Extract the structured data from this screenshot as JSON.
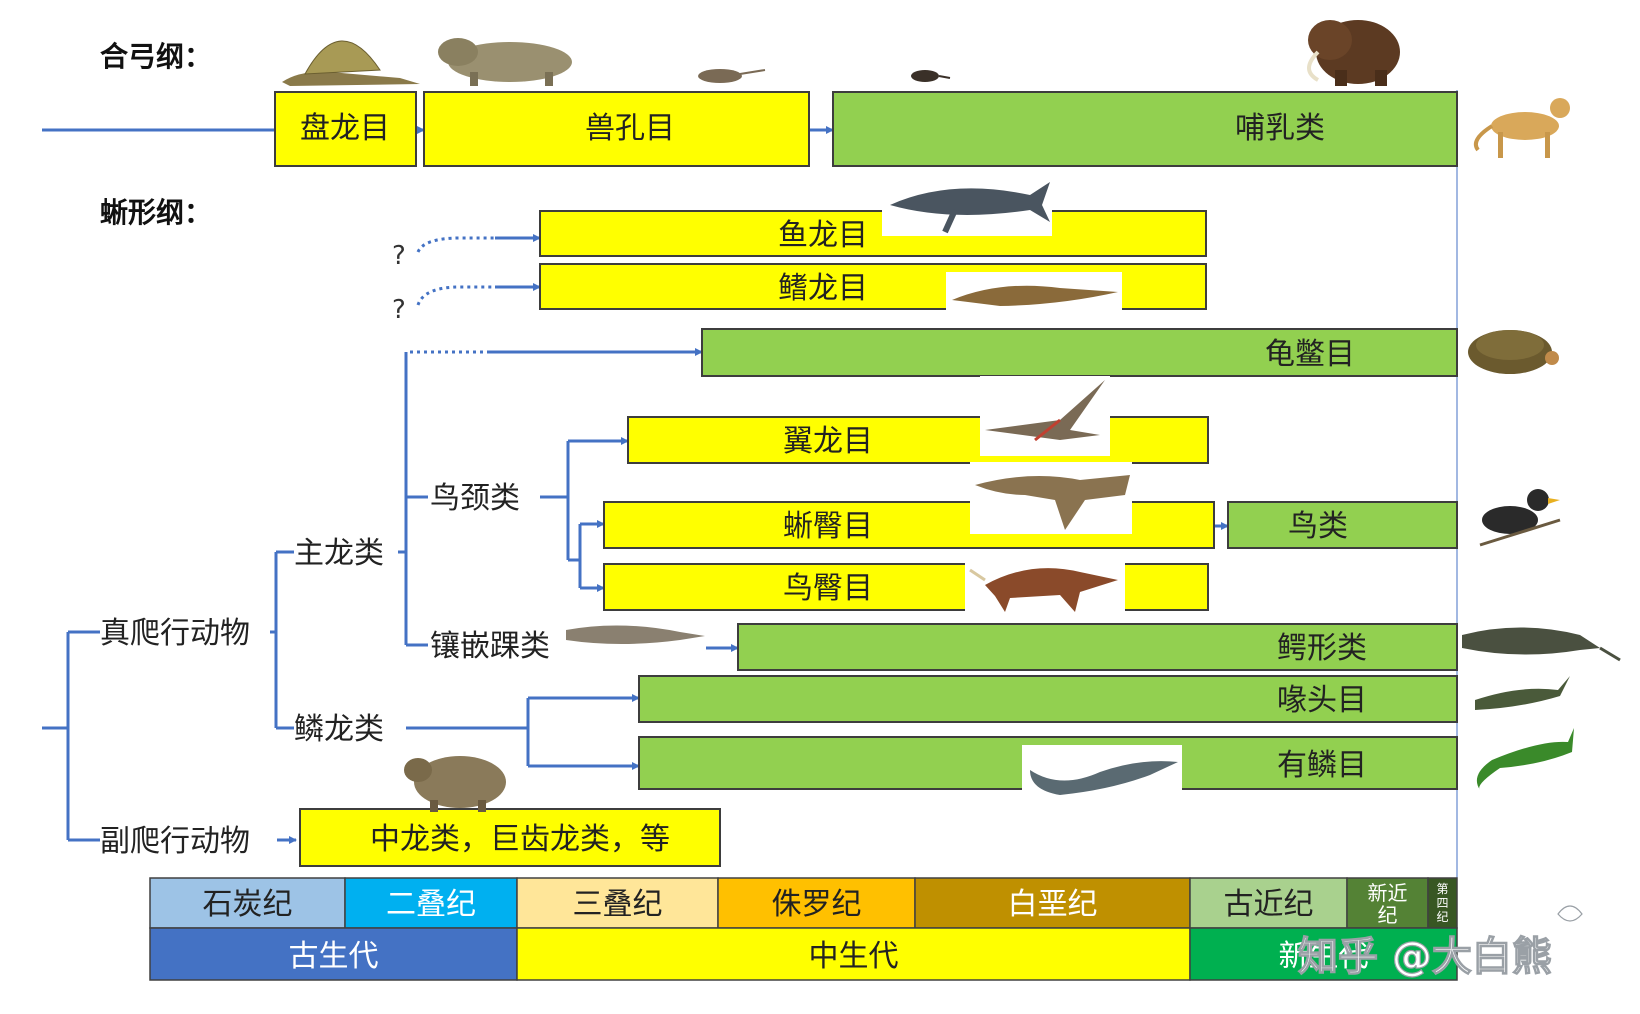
{
  "headers": {
    "synapsida": "合弓纲：",
    "sauropsida": "蜥形纲："
  },
  "boxes": {
    "pelycosauria": "盘龙目",
    "therapsida": "兽孔目",
    "mammalia": "哺乳类",
    "ichthyosauria": "鱼龙目",
    "plesiosauria": "鳍龙目",
    "testudines": "龟鳖目",
    "pterosauria": "翼龙目",
    "saurischia": "蜥臀目",
    "aves": "鸟类",
    "ornithischia": "鸟臀目",
    "crocodylomorpha": "鳄形类",
    "rhynchocephalia": "喙头目",
    "squamata": "有鳞目",
    "parareptilia_groups": "中龙类，巨齿龙类，等"
  },
  "labels": {
    "question": "?",
    "ornithodira": "鸟颈类",
    "archosauria": "主龙类",
    "eureptilia": "真爬行动物",
    "pseudosuchia": "镶嵌踝类",
    "lepidosauria": "鳞龙类",
    "parareptilia": "副爬行动物"
  },
  "periods": [
    {
      "name": "石炭纪",
      "color": "#9dc3e6",
      "text": "#222222"
    },
    {
      "name": "二叠纪",
      "color": "#00b0f0",
      "text": "#ffffff"
    },
    {
      "name": "三叠纪",
      "color": "#ffe699",
      "text": "#222222"
    },
    {
      "name": "侏罗纪",
      "color": "#ffc000",
      "text": "#222222"
    },
    {
      "name": "白垩纪",
      "color": "#bf9000",
      "text": "#ffffff"
    },
    {
      "name": "古近纪",
      "color": "#a9d18e",
      "text": "#222222"
    },
    {
      "name": "新近纪",
      "color": "#548235",
      "text": "#ffffff"
    },
    {
      "name": "第四纪",
      "color": "#385723",
      "text": "#ffffff"
    }
  ],
  "eras": [
    {
      "name": "古生代",
      "color": "#4472c4",
      "text": "#ffffff"
    },
    {
      "name": "中生代",
      "color": "#ffff00",
      "text": "#222222"
    },
    {
      "name": "新生代",
      "color": "#00b050",
      "text": "#ffffff"
    }
  ],
  "watermark": "知乎 @大白熊",
  "colors": {
    "yellow": "#ffff00",
    "green": "#92d050",
    "line": "#4472c4"
  },
  "icons": [
    "dimetrodon-icon",
    "therapsid-icon",
    "small-mammal-icon",
    "shrew-icon",
    "mammoth-icon",
    "cheetah-icon",
    "ichthyosaur-icon",
    "plesiosaur-icon",
    "turtle-icon",
    "pterosaur-icon",
    "trex-icon",
    "myna-bird-icon",
    "triceratops-icon",
    "phytosaur-icon",
    "crocodile-icon",
    "tuatara-icon",
    "iguana-icon",
    "mosasaur-icon",
    "scutosaurus-icon"
  ]
}
